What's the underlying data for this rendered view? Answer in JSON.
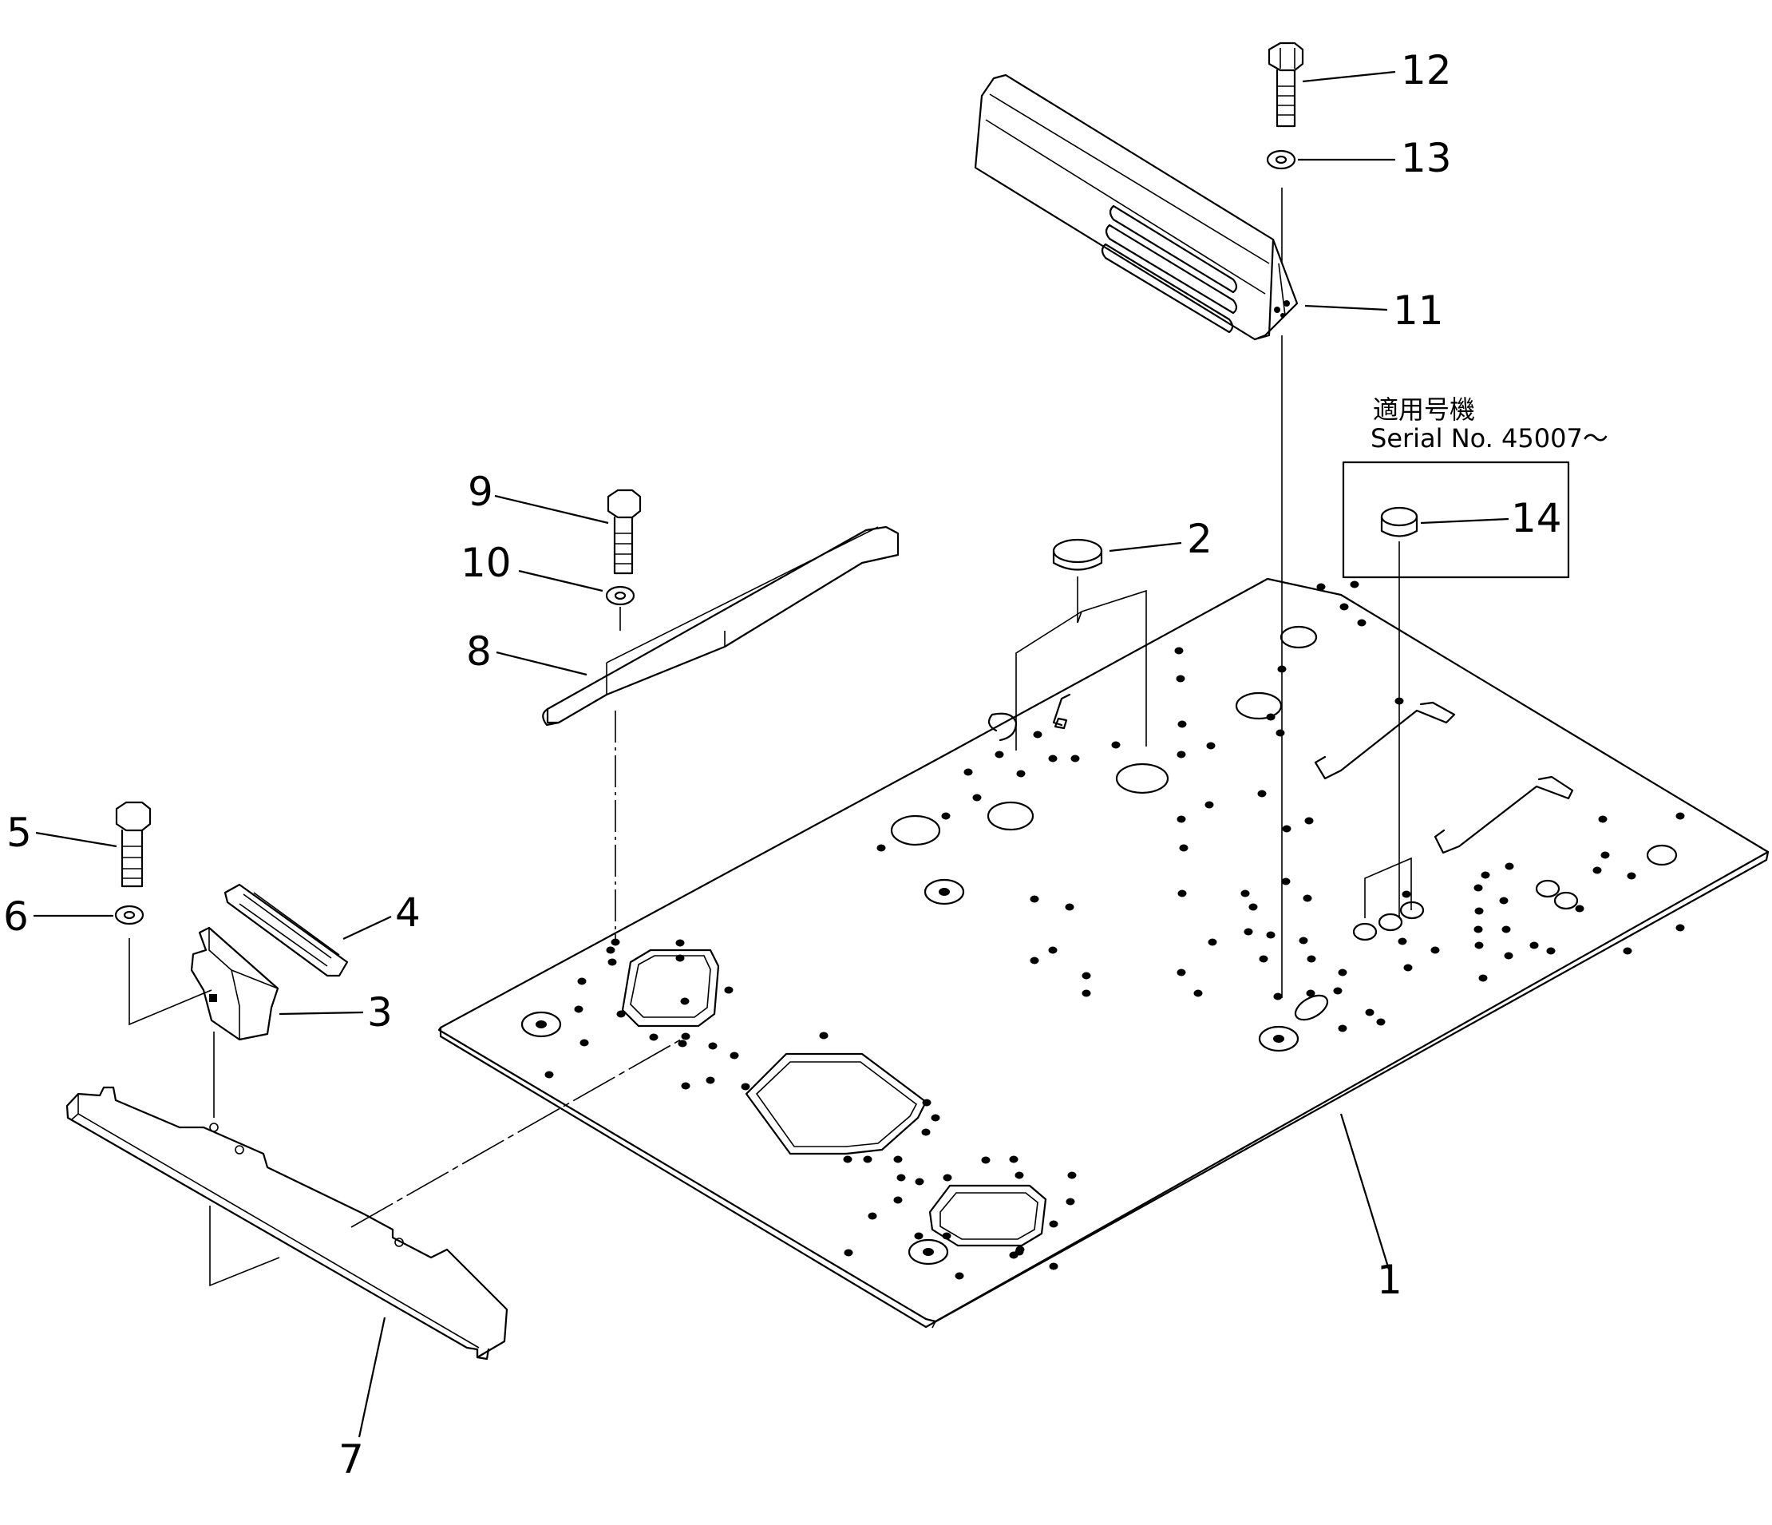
{
  "diagram": {
    "callouts": [
      {
        "id": "1",
        "label": "1"
      },
      {
        "id": "2",
        "label": "2"
      },
      {
        "id": "3",
        "label": "3"
      },
      {
        "id": "4",
        "label": "4"
      },
      {
        "id": "5",
        "label": "5"
      },
      {
        "id": "6",
        "label": "6"
      },
      {
        "id": "7",
        "label": "7"
      },
      {
        "id": "8",
        "label": "8"
      },
      {
        "id": "9",
        "label": "9"
      },
      {
        "id": "10",
        "label": "10"
      },
      {
        "id": "11",
        "label": "11"
      },
      {
        "id": "12",
        "label": "12"
      },
      {
        "id": "13",
        "label": "13"
      },
      {
        "id": "14",
        "label": "14"
      }
    ],
    "serial_note": {
      "japanese": "適用号機",
      "english": "Serial  No. 45007～"
    }
  }
}
